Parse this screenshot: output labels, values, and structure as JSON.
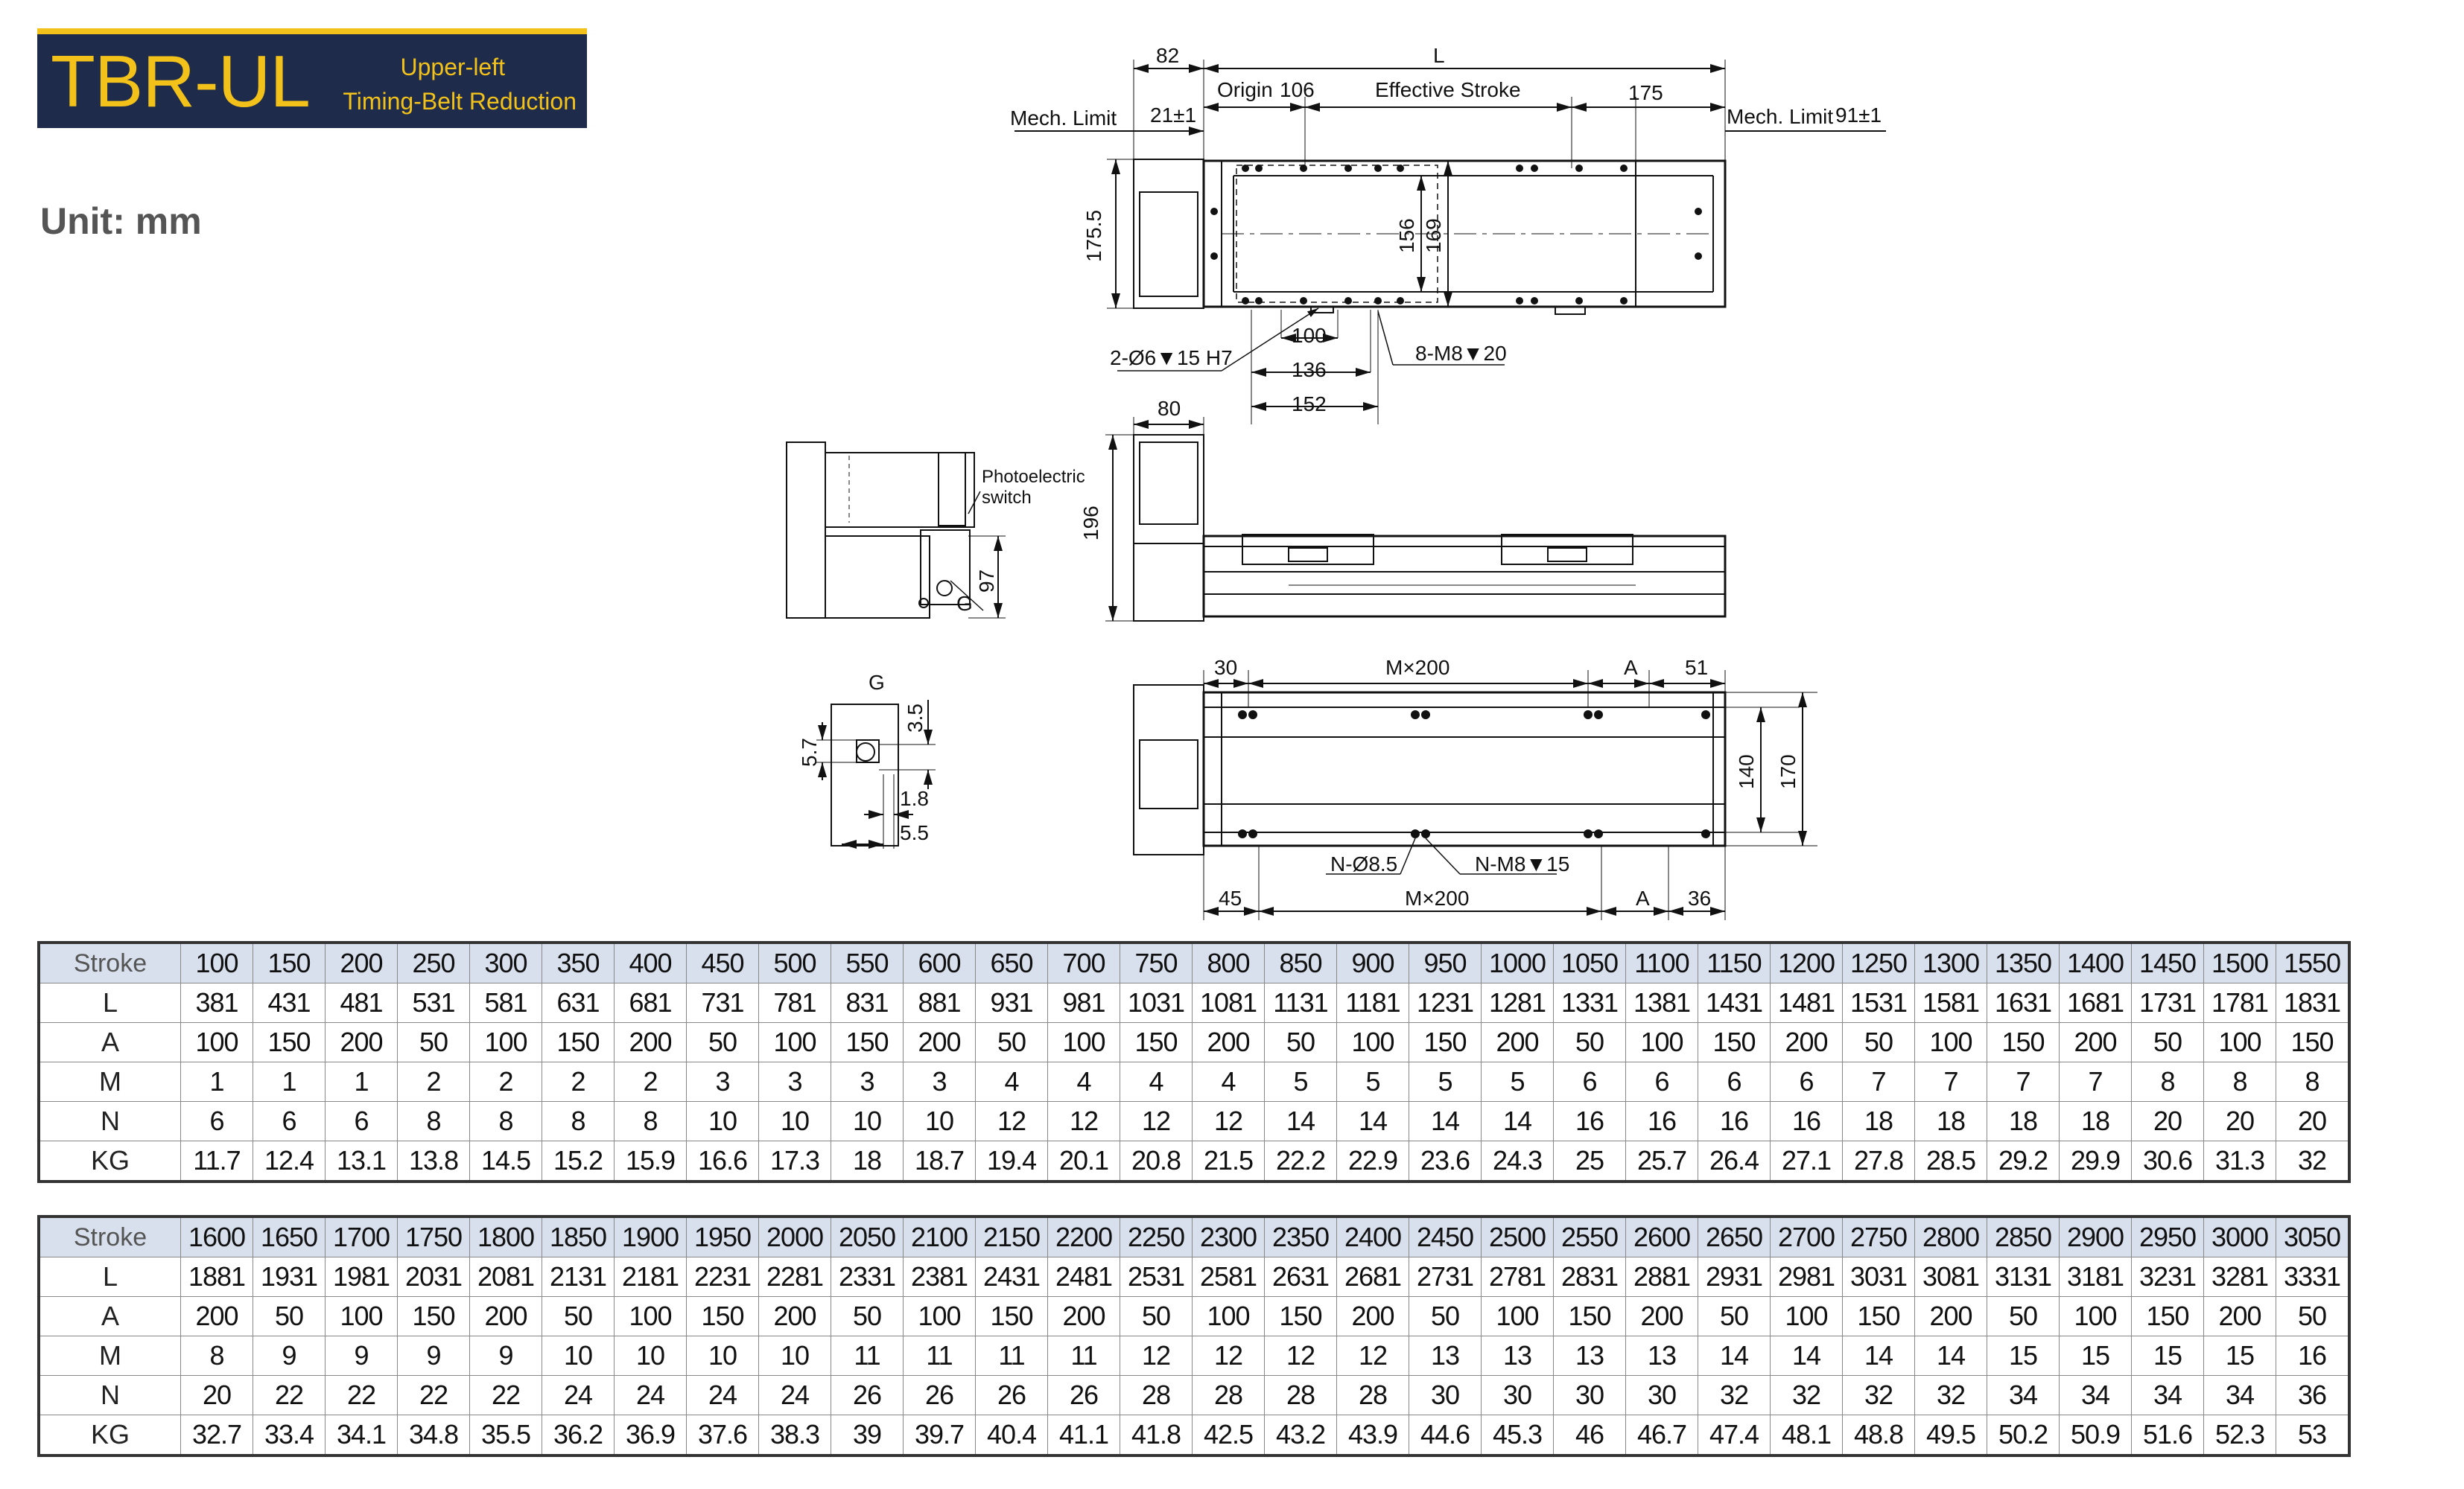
{
  "header": {
    "model": "TBR-UL",
    "subtitle_line1": "Upper-left",
    "subtitle_line2": "Timing-Belt Reduction",
    "unit": "Unit: mm"
  },
  "colors": {
    "badge_bg": "#1f2b4a",
    "badge_accent": "#f2c21a",
    "table_header_bg": "#d8e0ee"
  },
  "drawing": {
    "top_view": {
      "dim_82": "82",
      "dim_L": "L",
      "label_origin": "Origin",
      "dim_106": "106",
      "label_effective_stroke": "Effective Stroke",
      "dim_175": "175",
      "label_mech_limit_left": "Mech. Limit",
      "dim_21": "21±1",
      "label_mech_limit_right": "Mech. Limit",
      "dim_91": "91±1",
      "dim_175_5": "175.5",
      "dim_156": "156",
      "dim_169": "169",
      "label_pin_holes": "2-Ø6▼15 H7",
      "dim_100": "100",
      "dim_136": "136",
      "dim_152": "152",
      "label_taps": "8-M8▼20"
    },
    "side_view": {
      "dim_80": "80",
      "dim_196": "196",
      "label_photo_1": "Photoelectric",
      "label_photo_2": "switch",
      "label_G": "G",
      "dim_97": "97"
    },
    "detail_G": {
      "title": "G",
      "dim_3_5": "3.5",
      "dim_5_7": "5.7",
      "dim_1_8": "1.8",
      "dim_5_5": "5.5"
    },
    "bottom_view": {
      "dim_30": "30",
      "dim_Mx200_top": "M×200",
      "dim_A_top": "A",
      "dim_51": "51",
      "dim_140": "140",
      "dim_170": "170",
      "label_holes": "N-Ø8.5",
      "label_taps": "N-M8▼15",
      "dim_45": "45",
      "dim_Mx200_bottom": "M×200",
      "dim_A_bottom": "A",
      "dim_36": "36"
    }
  },
  "tables": [
    {
      "rows": [
        {
          "label": "Stroke",
          "values": [
            "100",
            "150",
            "200",
            "250",
            "300",
            "350",
            "400",
            "450",
            "500",
            "550",
            "600",
            "650",
            "700",
            "750",
            "800",
            "850",
            "900",
            "950",
            "1000",
            "1050",
            "1100",
            "1150",
            "1200",
            "1250",
            "1300",
            "1350",
            "1400",
            "1450",
            "1500",
            "1550"
          ]
        },
        {
          "label": "L",
          "values": [
            "381",
            "431",
            "481",
            "531",
            "581",
            "631",
            "681",
            "731",
            "781",
            "831",
            "881",
            "931",
            "981",
            "1031",
            "1081",
            "1131",
            "1181",
            "1231",
            "1281",
            "1331",
            "1381",
            "1431",
            "1481",
            "1531",
            "1581",
            "1631",
            "1681",
            "1731",
            "1781",
            "1831"
          ]
        },
        {
          "label": "A",
          "values": [
            "100",
            "150",
            "200",
            "50",
            "100",
            "150",
            "200",
            "50",
            "100",
            "150",
            "200",
            "50",
            "100",
            "150",
            "200",
            "50",
            "100",
            "150",
            "200",
            "50",
            "100",
            "150",
            "200",
            "50",
            "100",
            "150",
            "200",
            "50",
            "100",
            "150"
          ]
        },
        {
          "label": "M",
          "values": [
            "1",
            "1",
            "1",
            "2",
            "2",
            "2",
            "2",
            "3",
            "3",
            "3",
            "3",
            "4",
            "4",
            "4",
            "4",
            "5",
            "5",
            "5",
            "5",
            "6",
            "6",
            "6",
            "6",
            "7",
            "7",
            "7",
            "7",
            "8",
            "8",
            "8"
          ]
        },
        {
          "label": "N",
          "values": [
            "6",
            "6",
            "6",
            "8",
            "8",
            "8",
            "8",
            "10",
            "10",
            "10",
            "10",
            "12",
            "12",
            "12",
            "12",
            "14",
            "14",
            "14",
            "14",
            "16",
            "16",
            "16",
            "16",
            "18",
            "18",
            "18",
            "18",
            "20",
            "20",
            "20"
          ]
        },
        {
          "label": "KG",
          "values": [
            "11.7",
            "12.4",
            "13.1",
            "13.8",
            "14.5",
            "15.2",
            "15.9",
            "16.6",
            "17.3",
            "18",
            "18.7",
            "19.4",
            "20.1",
            "20.8",
            "21.5",
            "22.2",
            "22.9",
            "23.6",
            "24.3",
            "25",
            "25.7",
            "26.4",
            "27.1",
            "27.8",
            "28.5",
            "29.2",
            "29.9",
            "30.6",
            "31.3",
            "32"
          ]
        }
      ]
    },
    {
      "rows": [
        {
          "label": "Stroke",
          "values": [
            "1600",
            "1650",
            "1700",
            "1750",
            "1800",
            "1850",
            "1900",
            "1950",
            "2000",
            "2050",
            "2100",
            "2150",
            "2200",
            "2250",
            "2300",
            "2350",
            "2400",
            "2450",
            "2500",
            "2550",
            "2600",
            "2650",
            "2700",
            "2750",
            "2800",
            "2850",
            "2900",
            "2950",
            "3000",
            "3050"
          ]
        },
        {
          "label": "L",
          "values": [
            "1881",
            "1931",
            "1981",
            "2031",
            "2081",
            "2131",
            "2181",
            "2231",
            "2281",
            "2331",
            "2381",
            "2431",
            "2481",
            "2531",
            "2581",
            "2631",
            "2681",
            "2731",
            "2781",
            "2831",
            "2881",
            "2931",
            "2981",
            "3031",
            "3081",
            "3131",
            "3181",
            "3231",
            "3281",
            "3331"
          ]
        },
        {
          "label": "A",
          "values": [
            "200",
            "50",
            "100",
            "150",
            "200",
            "50",
            "100",
            "150",
            "200",
            "50",
            "100",
            "150",
            "200",
            "50",
            "100",
            "150",
            "200",
            "50",
            "100",
            "150",
            "200",
            "50",
            "100",
            "150",
            "200",
            "50",
            "100",
            "150",
            "200",
            "50"
          ]
        },
        {
          "label": "M",
          "values": [
            "8",
            "9",
            "9",
            "9",
            "9",
            "10",
            "10",
            "10",
            "10",
            "11",
            "11",
            "11",
            "11",
            "12",
            "12",
            "12",
            "12",
            "13",
            "13",
            "13",
            "13",
            "14",
            "14",
            "14",
            "14",
            "15",
            "15",
            "15",
            "15",
            "16"
          ]
        },
        {
          "label": "N",
          "values": [
            "20",
            "22",
            "22",
            "22",
            "22",
            "24",
            "24",
            "24",
            "24",
            "26",
            "26",
            "26",
            "26",
            "28",
            "28",
            "28",
            "28",
            "30",
            "30",
            "30",
            "30",
            "32",
            "32",
            "32",
            "32",
            "34",
            "34",
            "34",
            "34",
            "36"
          ]
        },
        {
          "label": "KG",
          "values": [
            "32.7",
            "33.4",
            "34.1",
            "34.8",
            "35.5",
            "36.2",
            "36.9",
            "37.6",
            "38.3",
            "39",
            "39.7",
            "40.4",
            "41.1",
            "41.8",
            "42.5",
            "43.2",
            "43.9",
            "44.6",
            "45.3",
            "46",
            "46.7",
            "47.4",
            "48.1",
            "48.8",
            "49.5",
            "50.2",
            "50.9",
            "51.6",
            "52.3",
            "53"
          ]
        }
      ]
    }
  ]
}
